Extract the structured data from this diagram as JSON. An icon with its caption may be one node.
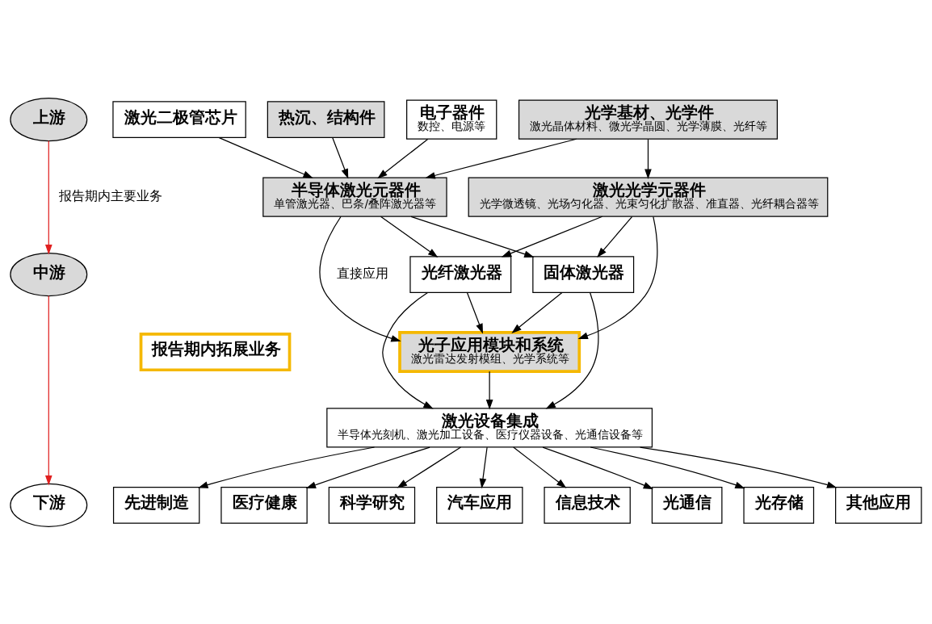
{
  "diagram": {
    "nodes": [
      {
        "text": [
          "上游"
        ]
      },
      {
        "text": [
          "中游"
        ]
      },
      {
        "text": [
          "下游"
        ]
      },
      {
        "text": [
          "报告期内拓展业务"
        ]
      },
      {
        "text": [
          "激光二极管芯片"
        ]
      },
      {
        "text": [
          "热沉、结构件"
        ]
      },
      {
        "text": [
          "电子器件",
          "数控、电源等"
        ]
      },
      {
        "text": [
          "光学基材、光学件",
          "激光晶体材料、微光学晶圆、光学薄膜、光纤等"
        ]
      },
      {
        "text": [
          "半导体激光元器件",
          "单管激光器、巴条/叠阵激光器等"
        ]
      },
      {
        "text": [
          "激光光学元器件",
          "光学微透镜、光场匀化器、光束匀化扩散器、准直器、光纤耦合器等"
        ]
      },
      {
        "text": [
          "光纤激光器"
        ]
      },
      {
        "text": [
          "固体激光器"
        ]
      },
      {
        "text": [
          "光子应用模块和系统",
          "激光雷达发射模组、光学系统等"
        ]
      },
      {
        "text": [
          "激光设备集成",
          "半导体光刻机、激光加工设备、医疗仪器设备、光通信设备等"
        ]
      },
      {
        "text": [
          "先进制造"
        ]
      },
      {
        "text": [
          "医疗健康"
        ]
      },
      {
        "text": [
          "科学研究"
        ]
      },
      {
        "text": [
          "汽车应用"
        ]
      },
      {
        "text": [
          "信息技术"
        ]
      },
      {
        "text": [
          "光通信"
        ]
      },
      {
        "text": [
          "光存储"
        ]
      },
      {
        "text": [
          "其他应用"
        ]
      }
    ],
    "edges": [
      {
        "from": 0,
        "to": 1,
        "arrow": "to",
        "color": "#e02020",
        "label": "报告期内主要业务"
      },
      {
        "from": 1,
        "to": 2,
        "arrow": "to",
        "color": "#e02020"
      },
      {
        "from": 4,
        "to": 8,
        "arrow": "to"
      },
      {
        "from": 5,
        "to": 8,
        "arrow": "to"
      },
      {
        "from": 6,
        "to": 8,
        "arrow": "to"
      },
      {
        "from": 7,
        "to": 8,
        "arrow": "to"
      },
      {
        "from": 7,
        "to": 9,
        "arrow": "to"
      },
      {
        "from": 8,
        "to": 10,
        "arrow": "to"
      },
      {
        "from": 8,
        "to": 11,
        "arrow": "to"
      },
      {
        "from": 8,
        "to": 12,
        "arrow": "to",
        "label": "直接应用"
      },
      {
        "from": 9,
        "to": 10,
        "arrow": "to"
      },
      {
        "from": 9,
        "to": 11,
        "arrow": "to"
      },
      {
        "from": 9,
        "to": 12,
        "arrow": "to"
      },
      {
        "from": 10,
        "to": 12,
        "arrow": "to"
      },
      {
        "from": 10,
        "to": 13,
        "arrow": "to"
      },
      {
        "from": 11,
        "to": 12,
        "arrow": "to"
      },
      {
        "from": 11,
        "to": 13,
        "arrow": "to"
      },
      {
        "from": 12,
        "to": 13,
        "arrow": "to"
      },
      {
        "from": 13,
        "to": 14,
        "arrow": "to"
      },
      {
        "from": 13,
        "to": 15,
        "arrow": "to"
      },
      {
        "from": 13,
        "to": 16,
        "arrow": "to"
      },
      {
        "from": 13,
        "to": 17,
        "arrow": "to"
      },
      {
        "from": 13,
        "to": 18,
        "arrow": "to"
      },
      {
        "from": 13,
        "to": 19,
        "arrow": "to"
      },
      {
        "from": 13,
        "to": 20,
        "arrow": "to"
      },
      {
        "from": 13,
        "to": 21,
        "arrow": "to"
      }
    ]
  }
}
